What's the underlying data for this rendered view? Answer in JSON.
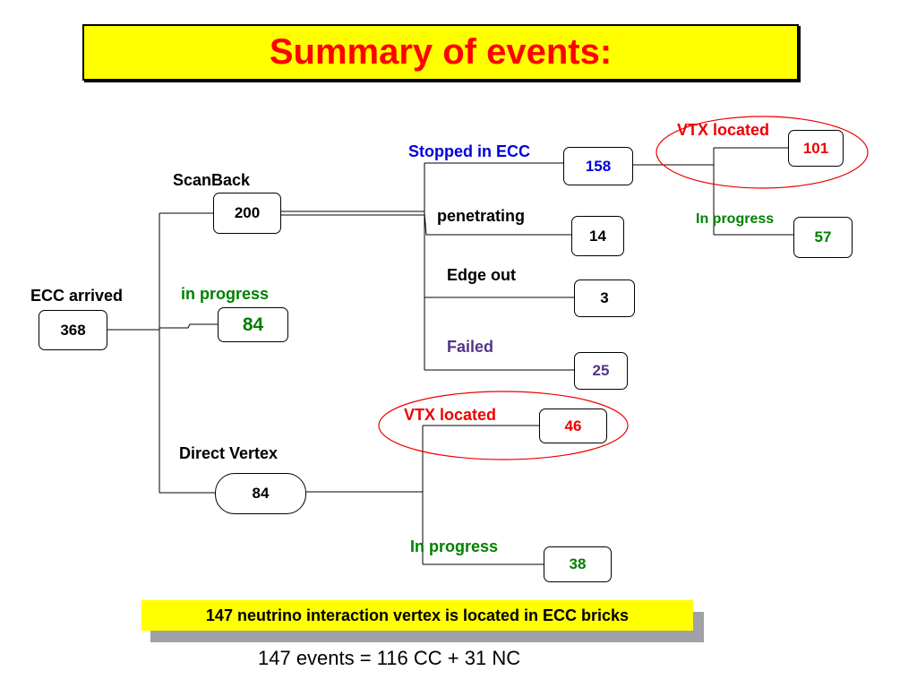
{
  "title": "Summary of events:",
  "nodes": {
    "ecc_arrived": {
      "label": "ECC arrived",
      "value": "368"
    },
    "scanback": {
      "label": "ScanBack",
      "value": "200"
    },
    "in_progress_main": {
      "label": "in progress",
      "value": "84"
    },
    "direct_vertex": {
      "label": "Direct Vertex",
      "value": "84"
    },
    "stopped": {
      "label": "Stopped in ECC",
      "value": "158"
    },
    "penetrating": {
      "label": "penetrating",
      "value": "14"
    },
    "edge_out": {
      "label": "Edge out",
      "value": "3"
    },
    "failed": {
      "label": "Failed",
      "value": "25"
    },
    "sb_vtx_located": {
      "label": "VTX located",
      "value": "101"
    },
    "sb_in_progress": {
      "label": "In progress",
      "value": "57"
    },
    "dv_vtx_located": {
      "label": "VTX located",
      "value": "46"
    },
    "dv_in_progress": {
      "label": "In progress",
      "value": "38"
    }
  },
  "note": "147 neutrino interaction vertex is located in ECC bricks",
  "summary": "147 events = 116 CC + 31 NC",
  "colors": {
    "title": "#ff0000",
    "highlight": "#ffff00",
    "located": "#ee0000",
    "progress": "#008000",
    "stopped": "#0000dd",
    "failed": "#553388"
  }
}
